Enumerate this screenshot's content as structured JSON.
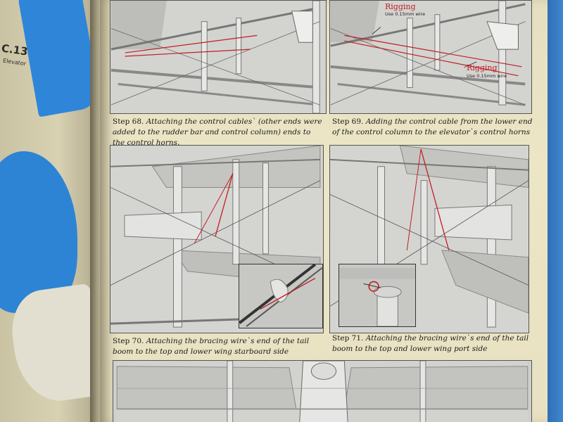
{
  "left_page": {
    "label": "C.13",
    "sublabel": "Elevator"
  },
  "steps": [
    {
      "number": "Step 68.",
      "text": "Attaching the control cables` (other ends were added to the rudder bar and control column) ends to the control horns."
    },
    {
      "number": "Step 69.",
      "text": "Adding the control cable from the lower end of the control column to the elevator`s control horns"
    },
    {
      "number": "Step 70.",
      "text": "Attaching the bracing wire`s end of the tail boom to the top and lower wing starboard side"
    },
    {
      "number": "Step 71.",
      "text": "Attaching the bracing wire`s end of the tail boom to the top and lower wing port side"
    }
  ],
  "rigging_labels": [
    {
      "title": "Rigging",
      "note": "Use 0.15mm wire"
    },
    {
      "title": "Rigging",
      "note": "Use 0.15mm wire"
    }
  ],
  "colors": {
    "rigging_red": "#c21d24",
    "page": "#ece6c7",
    "panel": "#cfd0cc"
  }
}
